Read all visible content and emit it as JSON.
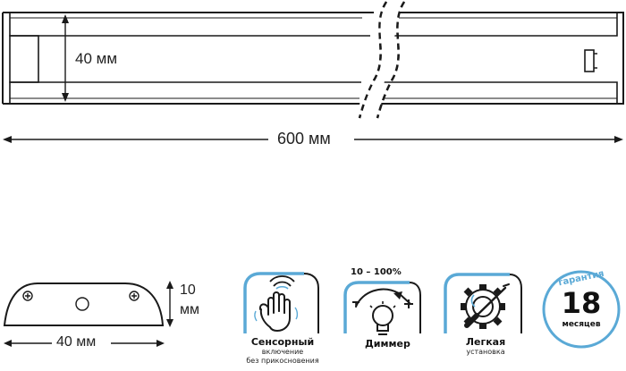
{
  "dimensions": {
    "height_label": "40 мм",
    "length_label": "600 мм",
    "profile_height_label_value": "10",
    "profile_height_label_unit": "мм",
    "profile_width_label": "40 мм"
  },
  "features": [
    {
      "icon": "hand-sensor-icon",
      "title": "Сенсорный",
      "subtitle_lines": [
        "включение",
        "без прикосновения"
      ]
    },
    {
      "icon": "dimmer-bulb-icon",
      "top_label": "10 – 100%",
      "title": "Диммер"
    },
    {
      "icon": "gear-screwdriver-icon",
      "title": "Легкая",
      "subtitle_lines": [
        "установка"
      ]
    }
  ],
  "warranty": {
    "top_text": "гарантия",
    "number": "18",
    "bottom_text": "месяцев"
  },
  "colors": {
    "line": "#1a1a1a",
    "accent_blue": "#5aa9d6"
  }
}
